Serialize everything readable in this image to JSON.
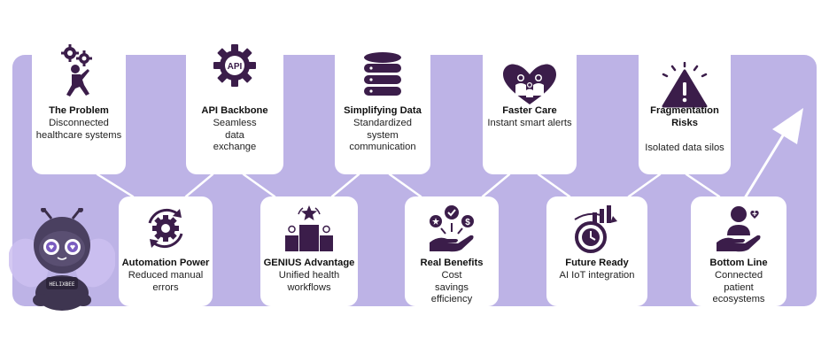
{
  "colors": {
    "band": "#bdb3e6",
    "icon": "#3b1d4a",
    "card": "#ffffff",
    "arrow": "#ffffff"
  },
  "mascot": {
    "badge": "HELIXBEE"
  },
  "cards": [
    {
      "id": "problem",
      "title": "The Problem",
      "desc": "Disconnected healthcare systems",
      "icon": "person-gears-icon"
    },
    {
      "id": "automation",
      "title": "Automation Power",
      "desc": "Reduced manual errors",
      "icon": "gear-cycle-icon"
    },
    {
      "id": "api",
      "title": "API Backbone",
      "desc": "Seamless data exchange",
      "icon": "api-gear-icon",
      "icon_text": "API"
    },
    {
      "id": "genius",
      "title": "GENIUS Advantage",
      "desc": "Unified health workflows",
      "icon": "podium-star-icon"
    },
    {
      "id": "data",
      "title": "Simplifying Data",
      "desc": "Standardized system communication",
      "icon": "database-icon"
    },
    {
      "id": "benefits",
      "title": "Real Benefits",
      "desc": "Cost savings efficiency",
      "icon": "hand-coins-icon"
    },
    {
      "id": "care",
      "title": "Faster Care",
      "desc": "Instant smart alerts",
      "icon": "heart-family-icon"
    },
    {
      "id": "future",
      "title": "Future Ready",
      "desc": "AI IoT integration",
      "icon": "clock-chart-icon"
    },
    {
      "id": "risks",
      "title": "Fragmentation Risks",
      "desc": "Isolated data silos",
      "icon": "warning-icon"
    },
    {
      "id": "bottom",
      "title": "Bottom Line",
      "desc": "Connected patient ecosystems",
      "icon": "patient-care-icon"
    }
  ]
}
